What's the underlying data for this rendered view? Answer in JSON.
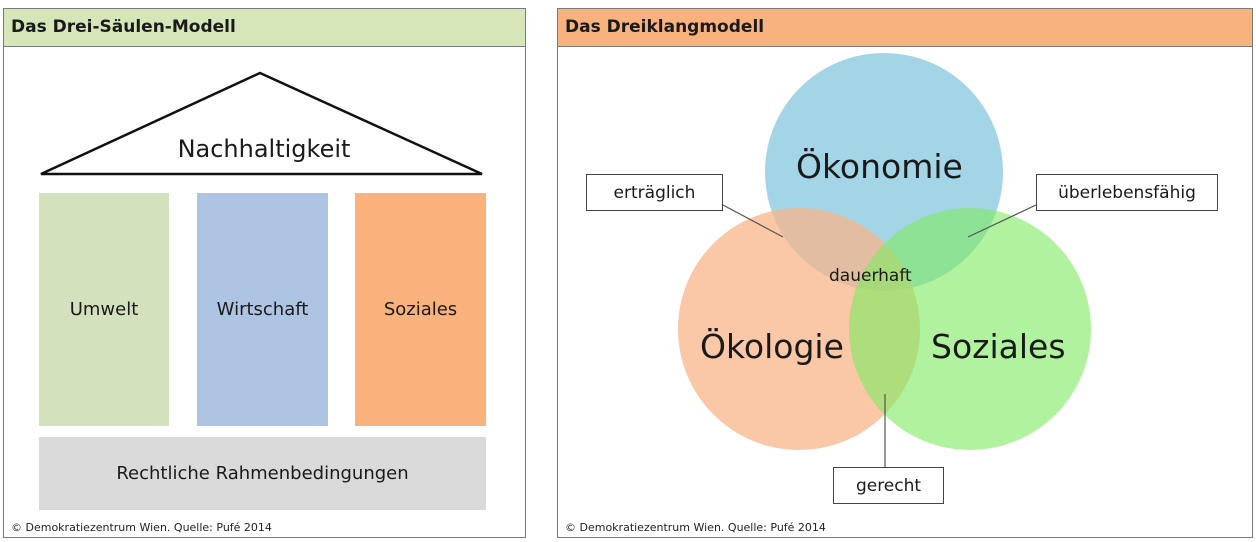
{
  "left_panel": {
    "title": "Das Drei-Säulen-Modell",
    "roof_label": "Nachhaltigkeit",
    "pillars": [
      "Umwelt",
      "Wirtschaft",
      "Soziales"
    ],
    "foundation_label": "Rechtliche Rahmenbedingungen",
    "footer": "© Demokratiezentrum Wien. Quelle: Pufé 2014",
    "colors": {
      "header": "#d5e6b8",
      "pillar_umwelt": "#d3e2bd",
      "pillar_wirtschaft": "#adc5e3",
      "pillar_soziales": "#f9b27c",
      "foundation": "#dadada"
    }
  },
  "right_panel": {
    "title": "Das Dreiklangmodell",
    "circles": {
      "top": "Ökonomie",
      "left": "Ökologie",
      "right": "Soziales"
    },
    "center_label": "dauerhaft",
    "callouts": {
      "top_left_overlap": "erträglich",
      "top_right_overlap": "überlebensfähig",
      "bottom_overlap": "gerecht"
    },
    "footer": "© Demokratiezentrum Wien. Quelle: Pufé 2014",
    "colors": {
      "header": "#f8b27e",
      "circle_oekonomie": "#9fd3e6",
      "circle_oekologie": "#f8b48a",
      "circle_soziales": "#a4ef8e"
    }
  }
}
